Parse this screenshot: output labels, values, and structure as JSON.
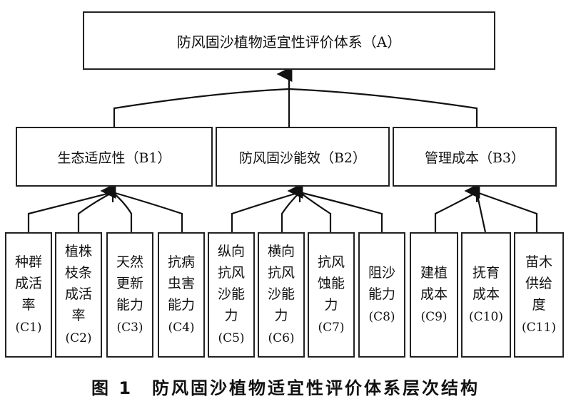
{
  "root": {
    "label": "防风固沙植物适宜性评价体系（A）"
  },
  "criteria": [
    {
      "label": "生态适应性（B1）"
    },
    {
      "label": "防风固沙能效（B2）"
    },
    {
      "label": "管理成本（B3）"
    }
  ],
  "indicators": [
    {
      "text": "种群成活率",
      "code": "(C1)"
    },
    {
      "text": "植株枝条成活率",
      "code": "(C2)"
    },
    {
      "text": "天然更新能力",
      "code": "(C3)"
    },
    {
      "text": "抗病虫害能力",
      "code": "(C4)"
    },
    {
      "text": "纵向抗风沙能力",
      "code": "(C5)"
    },
    {
      "text": "横向抗风沙能力",
      "code": "(C6)"
    },
    {
      "text": "抗风蚀能力",
      "code": "(C7)"
    },
    {
      "text": "阻沙能力",
      "code": "(C8)"
    },
    {
      "text": "建植成本",
      "code": "(C9)"
    },
    {
      "text": "抚育成本",
      "code": "(C10)"
    },
    {
      "text": "苗木供给度",
      "code": "(C11)"
    }
  ],
  "caption": "图 1　防风固沙植物适宜性评价体系层次结构",
  "colors": {
    "line": "#111111",
    "border": "#222222"
  }
}
